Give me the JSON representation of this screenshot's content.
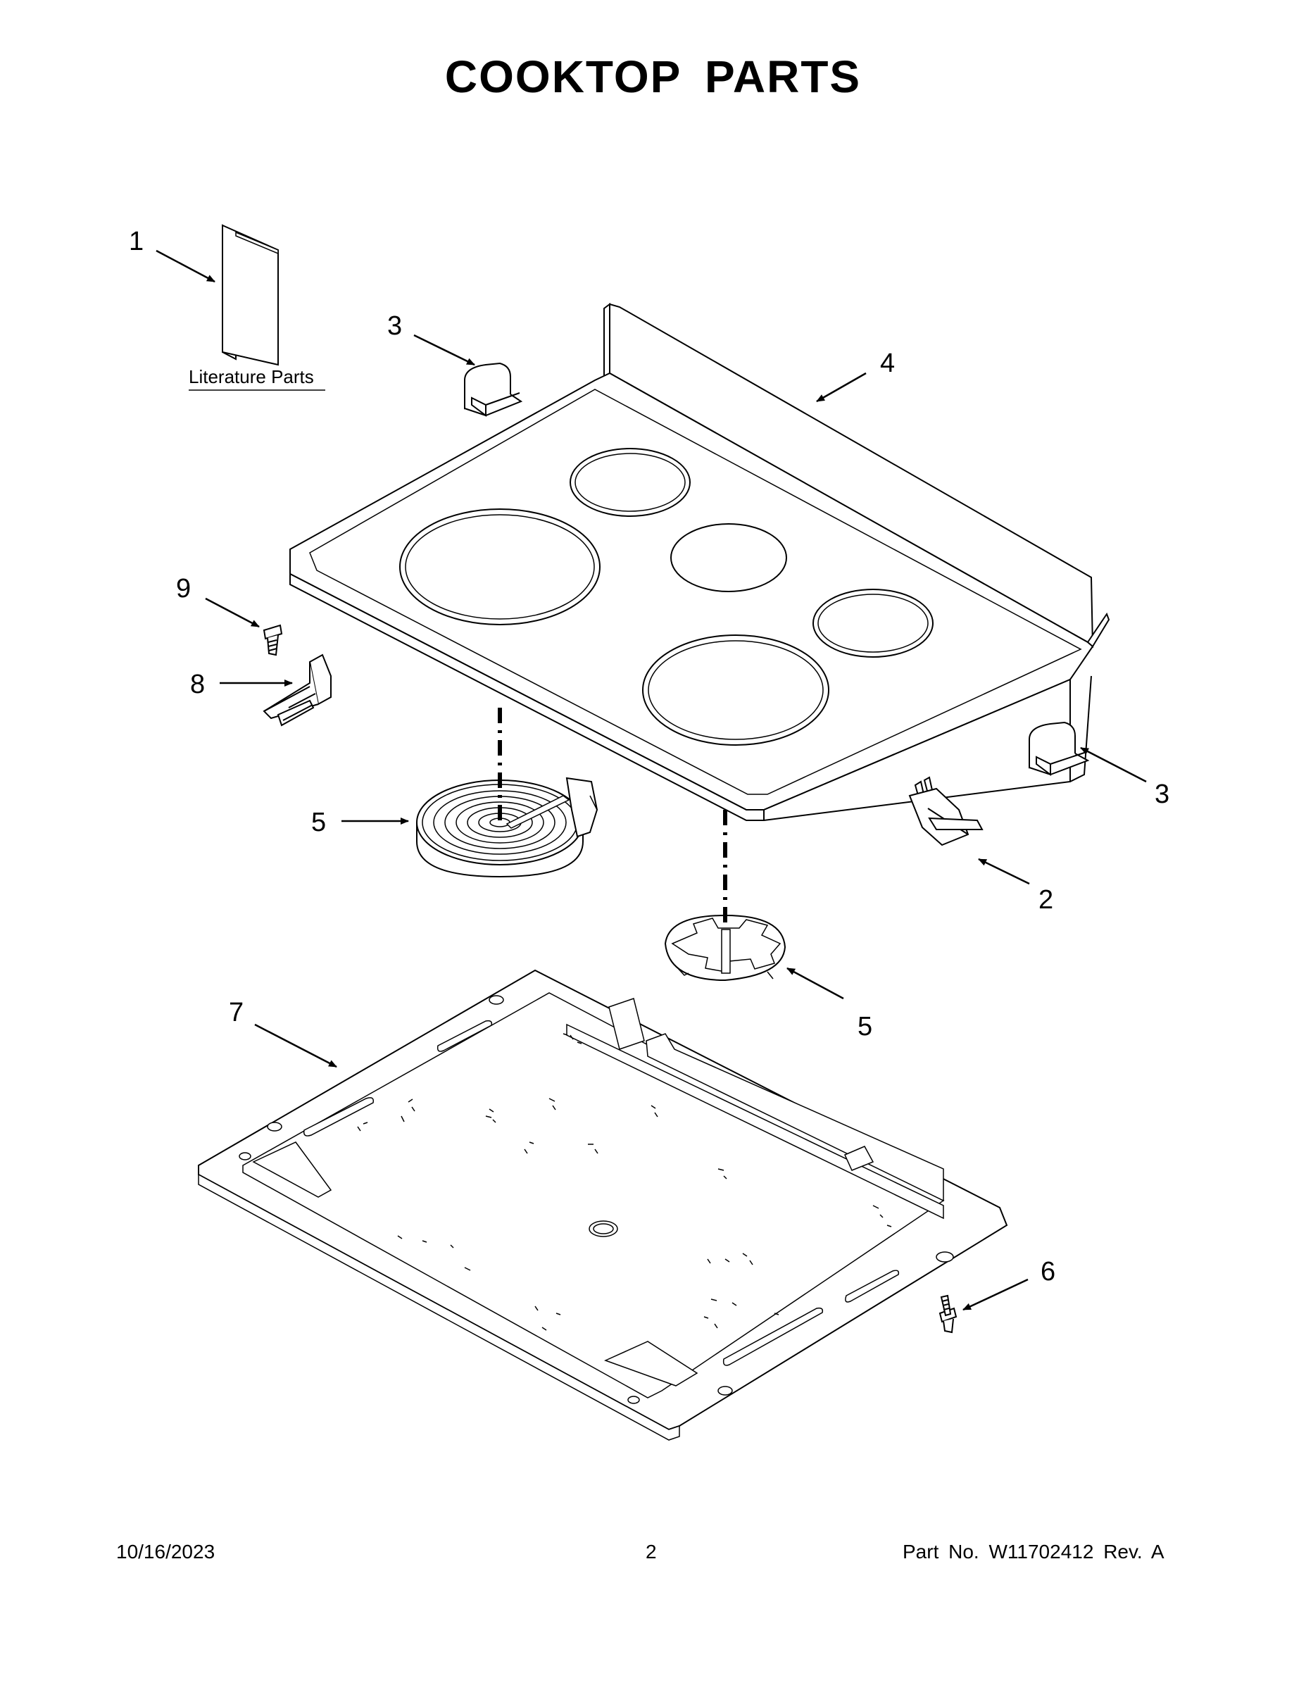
{
  "page": {
    "title": "COOKTOP  PARTS"
  },
  "callouts": {
    "literature_parts": "1",
    "control_knob_bracket": "2",
    "end_cap_left": "3",
    "end_cap_right": "3",
    "cooktop_main": "4",
    "element_radiant": "5",
    "element_support": "5",
    "screw": "6",
    "burner_box": "7",
    "bracket": "8",
    "screw_small": "9"
  },
  "labels": {
    "literature": "Literature Parts"
  },
  "footer": {
    "date": "10/16/2023",
    "page_number": "2",
    "part_number": "Part No.  W11702412  Rev.  A"
  }
}
